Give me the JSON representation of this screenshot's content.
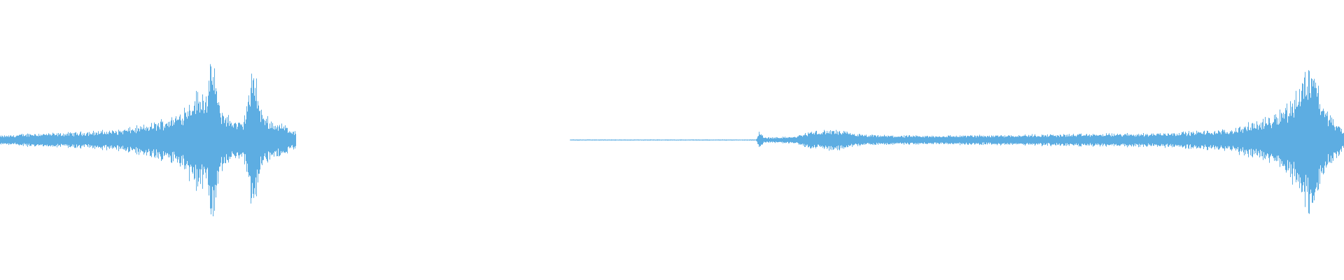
{
  "waveform": {
    "color": "#5DADE2",
    "background": "#ffffff",
    "segments": [
      {
        "name": "segment-1",
        "start_fraction": 0.0,
        "end_fraction": 0.22,
        "envelope": [
          [
            0.0,
            0.05
          ],
          [
            0.05,
            0.06
          ],
          [
            0.1,
            0.08
          ],
          [
            0.2,
            0.08
          ],
          [
            0.3,
            0.1
          ],
          [
            0.4,
            0.12
          ],
          [
            0.5,
            0.18
          ],
          [
            0.6,
            0.3
          ],
          [
            0.66,
            0.55
          ],
          [
            0.7,
            0.6
          ],
          [
            0.72,
            1.0
          ],
          [
            0.74,
            0.4
          ],
          [
            0.78,
            0.25
          ],
          [
            0.82,
            0.2
          ],
          [
            0.86,
            0.9
          ],
          [
            0.88,
            0.35
          ],
          [
            0.92,
            0.22
          ],
          [
            0.96,
            0.18
          ],
          [
            1.0,
            0.1
          ]
        ]
      },
      {
        "name": "segment-2",
        "start_fraction": 0.424,
        "end_fraction": 1.0,
        "envelope": [
          [
            0.0,
            0.0
          ],
          [
            0.24,
            0.0
          ],
          [
            0.245,
            0.12
          ],
          [
            0.25,
            0.03
          ],
          [
            0.29,
            0.04
          ],
          [
            0.31,
            0.1
          ],
          [
            0.34,
            0.12
          ],
          [
            0.38,
            0.06
          ],
          [
            0.45,
            0.05
          ],
          [
            0.55,
            0.06
          ],
          [
            0.65,
            0.07
          ],
          [
            0.75,
            0.08
          ],
          [
            0.85,
            0.12
          ],
          [
            0.9,
            0.25
          ],
          [
            0.93,
            0.45
          ],
          [
            0.95,
            0.8
          ],
          [
            0.96,
            1.0
          ],
          [
            0.97,
            0.45
          ],
          [
            0.99,
            0.2
          ],
          [
            1.0,
            0.1
          ]
        ]
      }
    ]
  }
}
